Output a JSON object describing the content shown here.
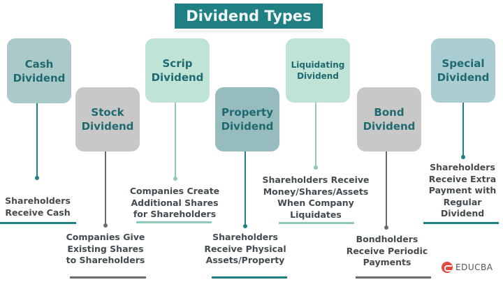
{
  "title": "Dividend Types",
  "colors": {
    "title_bg": "#1f7f82",
    "box_text": "#1f6a70",
    "dark_teal": "#1f7f82",
    "light_teal": "#8fc9b9",
    "gray": "#6b6b6b",
    "brand_red": "#e2483d"
  },
  "types": [
    {
      "name": "Cash Dividend",
      "line1": "Cash",
      "line2": "Dividend",
      "description": [
        "Shareholders",
        "Receive Cash"
      ]
    },
    {
      "name": "Stock Dividend",
      "line1": "Stock",
      "line2": "Dividend",
      "description": [
        "Companies Give",
        "Existing Shares",
        "to Shareholders"
      ]
    },
    {
      "name": "Scrip Dividend",
      "line1": "Scrip",
      "line2": "Dividend",
      "description": [
        "Companies Create",
        "Additional Shares",
        "for Shareholders"
      ]
    },
    {
      "name": "Property Dividend",
      "line1": "Property",
      "line2": "Dividend",
      "description": [
        "Shareholders",
        "Receive Physical",
        "Assets/Property"
      ]
    },
    {
      "name": "Liquidating Dividend",
      "line1": "Liquidating",
      "line2": "Dividend",
      "description": [
        "Shareholders Receive",
        "Money/Shares/Assets",
        "When Company",
        "Liquidates"
      ]
    },
    {
      "name": "Bond Dividend",
      "line1": "Bond",
      "line2": "Dividend",
      "description": [
        "Bondholders",
        "Receive Periodic",
        "Payments"
      ]
    },
    {
      "name": "Special Dividend",
      "line1": "Special",
      "line2": "Dividend",
      "description": [
        "Shareholders",
        "Receive Extra",
        "Payment with",
        "Regular",
        "Dividend"
      ]
    }
  ],
  "logo": {
    "text": "EDUCBA"
  }
}
